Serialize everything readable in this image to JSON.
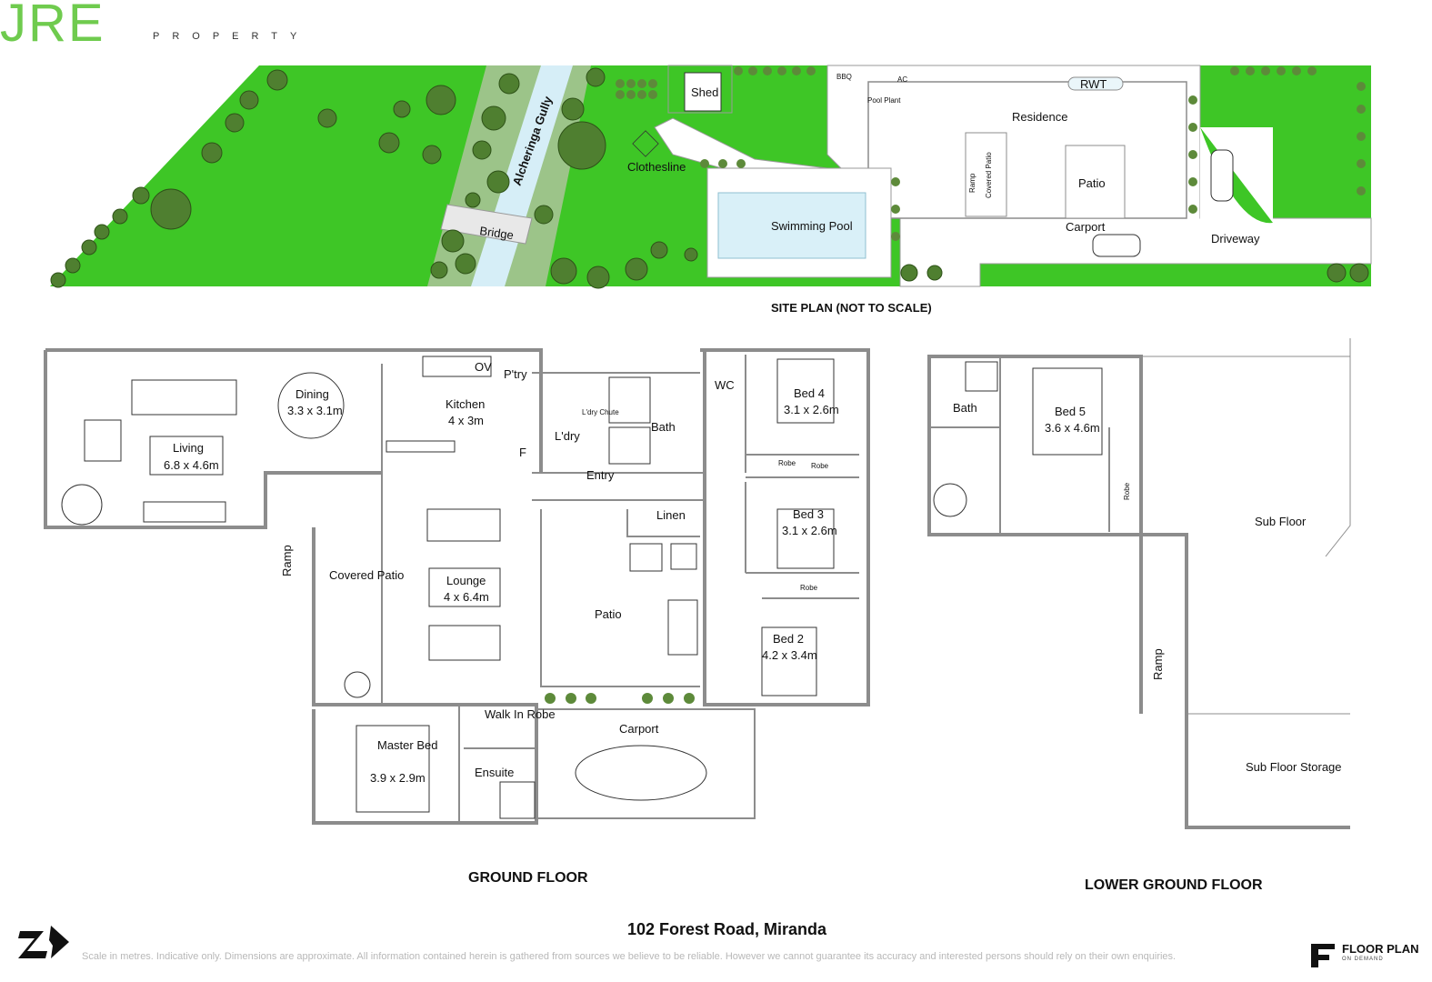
{
  "brand": {
    "name": "JRE",
    "subtitle": "PROPERTY"
  },
  "site_plan": {
    "title": "SITE PLAN (NOT TO SCALE)",
    "labels": {
      "shed": "Shed",
      "gully": "Alcheringa Gully",
      "bridge": "Bridge",
      "clothesline": "Clothesline",
      "bbq": "BBQ",
      "ac": "AC",
      "pool_plant": "Pool Plant",
      "rwt": "RWT",
      "residence": "Residence",
      "ramp": "Ramp",
      "covered_patio": "Covered Patio",
      "patio": "Patio",
      "swimming_pool": "Swimming Pool",
      "carport": "Carport",
      "driveway": "Driveway"
    }
  },
  "ground_floor": {
    "title": "GROUND FLOOR",
    "rooms": {
      "dining": {
        "name": "Dining",
        "dims": "3.3 x 3.1m"
      },
      "living": {
        "name": "Living",
        "dims": "6.8 x 4.6m"
      },
      "kitchen": {
        "name": "Kitchen",
        "dims": "4 x 3m"
      },
      "ov": "OV",
      "pantry": "P'try",
      "laundry_chute": "L'dry Chute",
      "laundry": "L'dry",
      "bath": "Bath",
      "wc": "WC",
      "fridge": "F",
      "bed4": {
        "name": "Bed 4",
        "dims": "3.1 x 2.6m"
      },
      "robe": "Robe",
      "entry": "Entry",
      "linen": "Linen",
      "bed3": {
        "name": "Bed 3",
        "dims": "3.1 x 2.6m"
      },
      "ramp": "Ramp",
      "covered_patio": "Covered Patio",
      "lounge": {
        "name": "Lounge",
        "dims": "4 x 6.4m"
      },
      "patio": "Patio",
      "bed2": {
        "name": "Bed 2",
        "dims": "4.2 x 3.4m"
      },
      "walk_in_robe": "Walk In Robe",
      "master": {
        "name": "Master Bed",
        "dims": "3.9 x 2.9m"
      },
      "ensuite": "Ensuite",
      "carport": "Carport"
    }
  },
  "lower_ground_floor": {
    "title": "LOWER GROUND FLOOR",
    "rooms": {
      "bath": "Bath",
      "bed5": {
        "name": "Bed 5",
        "dims": "3.6 x 4.6m"
      },
      "robe": "Robe",
      "sub_floor": "Sub Floor",
      "ramp": "Ramp",
      "sub_floor_storage": "Sub Floor Storage"
    }
  },
  "address": "102 Forest Road, Miranda",
  "disclaimer": "Scale in metres. Indicative only. Dimensions are approximate. All information contained herein is gathered from sources we believe to be reliable. However we cannot guarantee its accuracy and interested persons should rely on their own enquiries.",
  "footer_brand": {
    "name": "FLOOR PLAN",
    "sub": "ON DEMAND"
  },
  "colors": {
    "grass": "#3ec626",
    "tree": "#5d8a3a",
    "wall": "#8c8c8c",
    "water": "#cfeaf5"
  }
}
